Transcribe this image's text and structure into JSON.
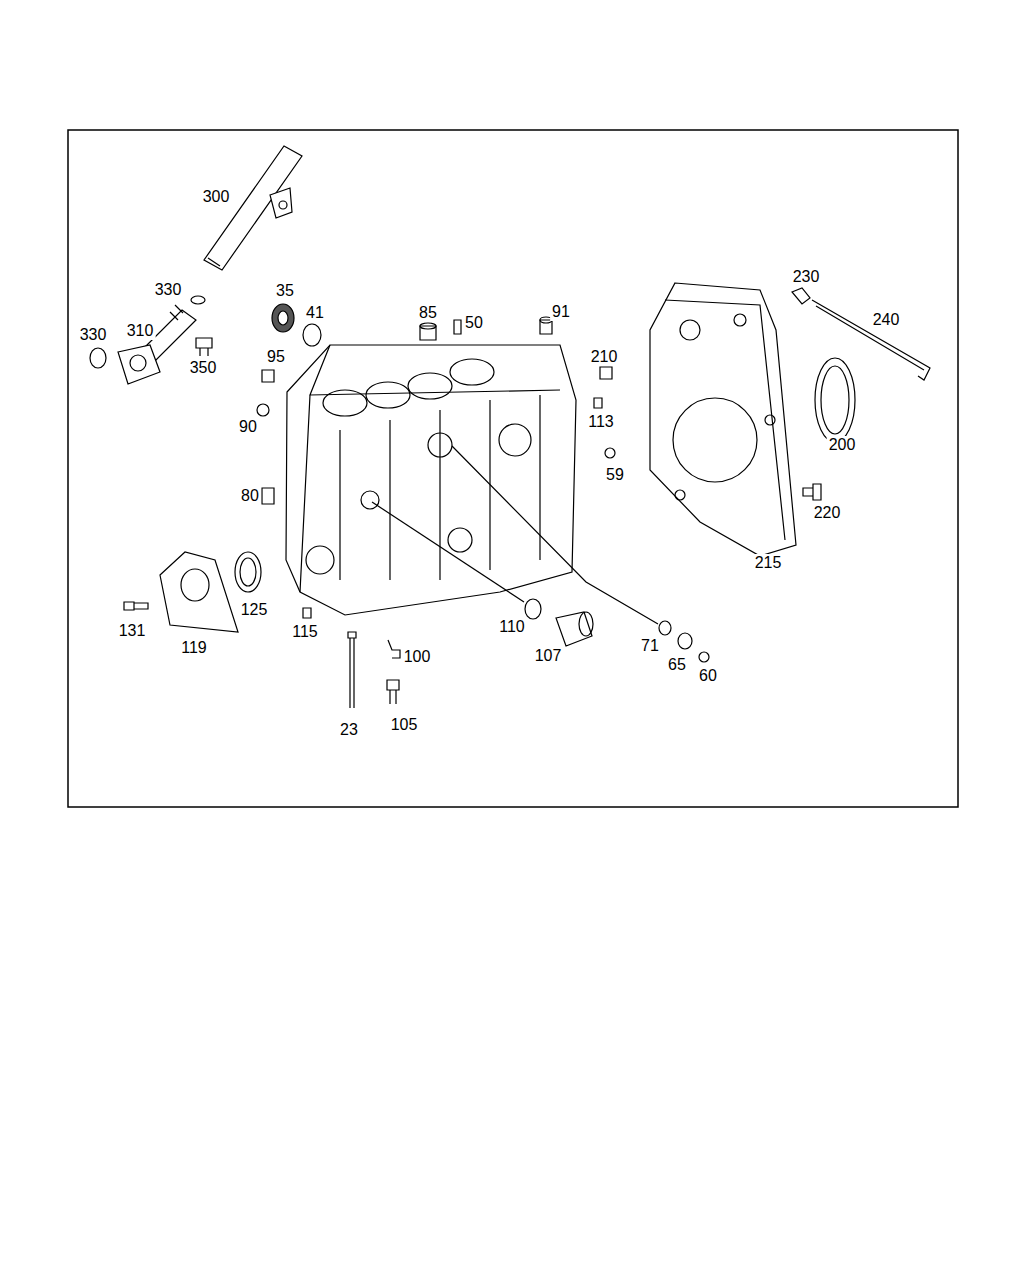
{
  "diagram": {
    "labels": [
      "300",
      "330",
      "35",
      "41",
      "85",
      "50",
      "91",
      "230",
      "240",
      "330",
      "310",
      "350",
      "95",
      "210",
      "90",
      "113",
      "200",
      "59",
      "80",
      "220",
      "215",
      "125",
      "131",
      "119",
      "115",
      "110",
      "71",
      "107",
      "65",
      "100",
      "60",
      "23",
      "105"
    ]
  }
}
